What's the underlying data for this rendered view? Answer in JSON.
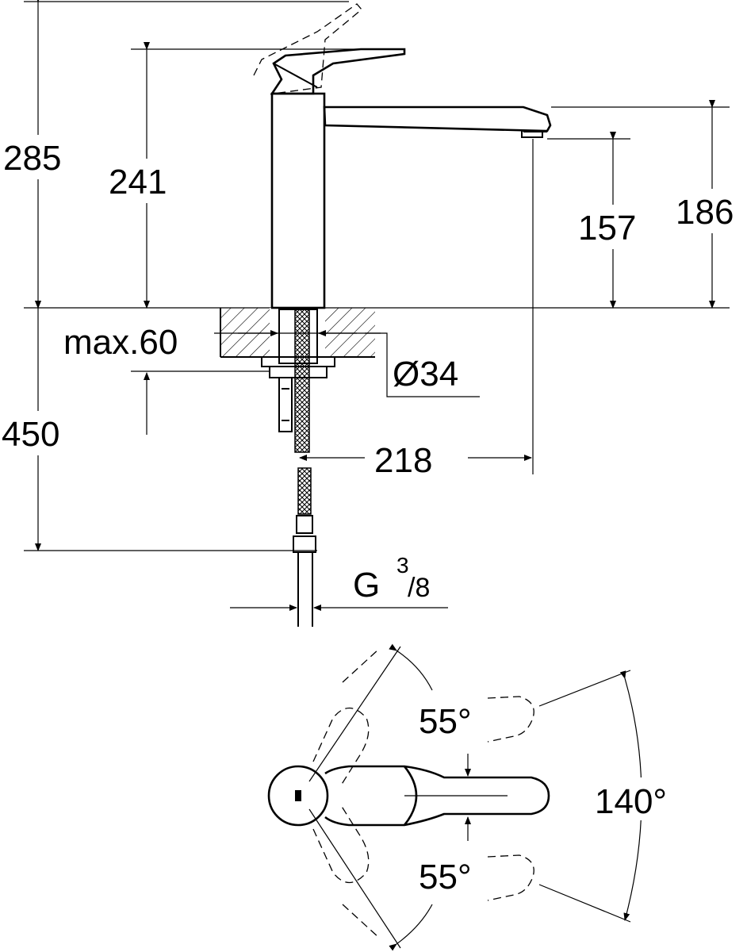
{
  "dimensions": {
    "total_height": "285",
    "lever_height": "241",
    "spout_height": "186",
    "outlet_height": "157",
    "max_deck": "max.60",
    "hole_diameter": "Ø34",
    "reach": "218",
    "hose_length": "450",
    "thread_prefix": "G",
    "thread_num": "3",
    "thread_den": "/8",
    "angle_top": "55°",
    "angle_bottom": "55°",
    "angle_total": "140°"
  }
}
